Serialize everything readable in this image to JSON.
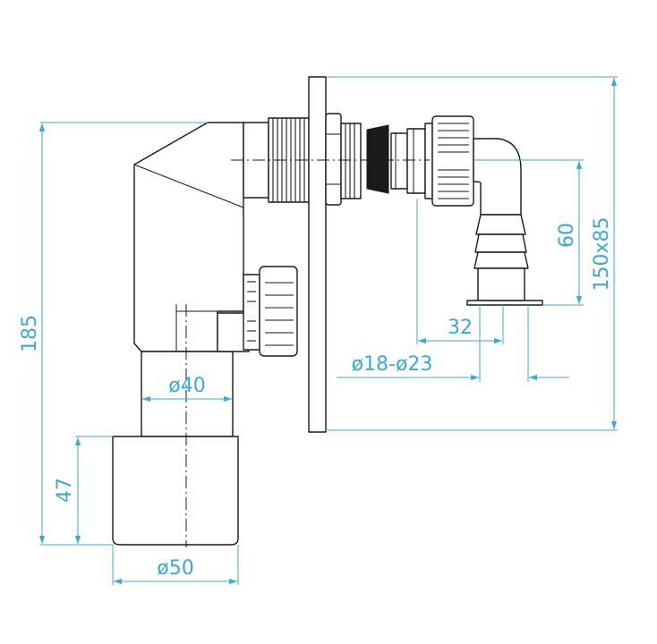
{
  "colors": {
    "dimension": "#3fa6d6",
    "outline": "#1a1a1a",
    "background": "#ffffff"
  },
  "dimensions": {
    "overall_height": "185",
    "wall_plate": "150x85",
    "outlet_height": "60",
    "hose_offset": "32",
    "hose_diameter": "ø18-ø23",
    "trap_diameter": "ø40",
    "drain_height": "47",
    "drain_diameter": "ø50"
  }
}
